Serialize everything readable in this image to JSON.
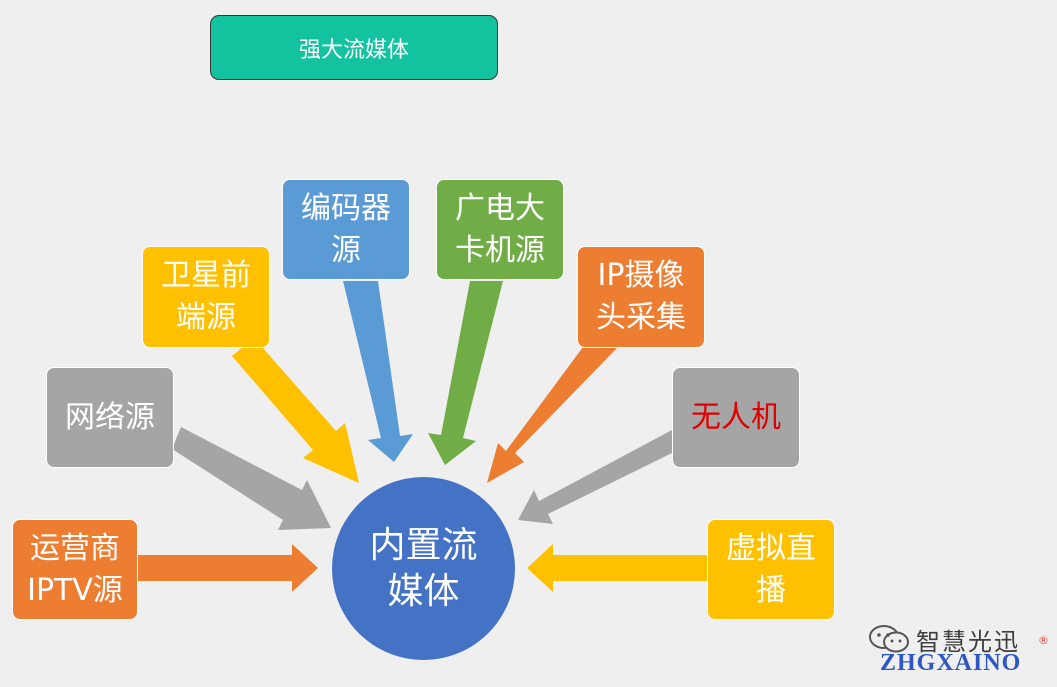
{
  "title": "强大流媒体",
  "center": "内置流\n媒体",
  "sources": {
    "iptv": "运营商\nIPTV源",
    "network": "网络源",
    "satellite": "卫星前\n端源",
    "encoder": "编码器\n源",
    "broadcast": "广电大\n卡机源",
    "ipcam": "IP摄像\n头采集",
    "drone": "无人机",
    "virtual": "虚拟直\n播"
  },
  "watermark": {
    "cn": "智慧光迅",
    "en": "ZHGXAINO",
    "reg": "®"
  },
  "colors": {
    "title": "#13c3a0",
    "center": "#4472c4",
    "orange": "#ed7d31",
    "gray": "#a5a5a5",
    "yellow": "#ffc000",
    "blue": "#5b9bd5",
    "green": "#70ad47",
    "drone_text": "#e00000"
  }
}
